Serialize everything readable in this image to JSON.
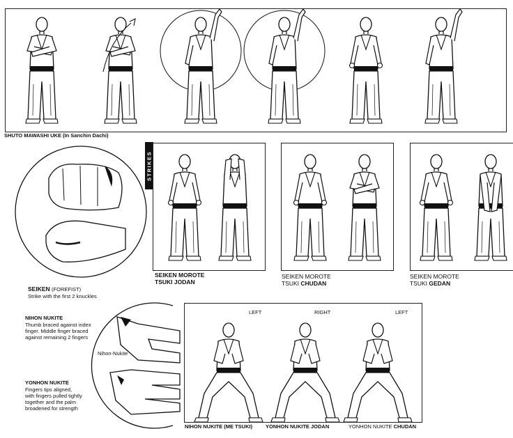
{
  "top_panel": {
    "caption_main": "SHUTO MAWASHI UKE",
    "caption_sub": "(In Sanchin Dachi)"
  },
  "strikes_tab": "STRIKES",
  "seiken": {
    "title": "SEIKEN",
    "title_sub": "(FOREFIST)",
    "description": "Strike with the first 2 knuckles"
  },
  "jodan": {
    "line1": "SEIKEN MOROTE",
    "line2": "TSUKI JODAN"
  },
  "chudan": {
    "line1": "SEIKEN MOROTE",
    "line2_prefix": "TSUKI ",
    "line2_bold": "CHUDAN"
  },
  "gedan": {
    "line1": "SEIKEN MOROTE",
    "line2_prefix": "TSUKI ",
    "line2_bold": "GEDAN"
  },
  "nihon_nukite": {
    "title": "NIHON NUKITE",
    "description_lines": [
      "Thumb braced against index",
      "finger. Middle finger braced",
      "against remaining 2 fingers"
    ]
  },
  "yonhon_nukite": {
    "title": "YONHON NUKITE",
    "description_lines": [
      "Fingers tips aligned,",
      "with fingers pulled tightly",
      "together and the palm",
      "broadened for strength"
    ]
  },
  "hand_label": "Nihon-Nukite",
  "bottom_panel": {
    "side_labels": [
      "LEFT",
      "RIGHT",
      "LEFT"
    ],
    "caption_1": "NIHON NUKITE (ME TSUKI)",
    "caption_2": "YONHON NUKITE JODAN",
    "caption_3_prefix": "YONHON NUKITE ",
    "caption_3_bold": "CHUDAN"
  }
}
